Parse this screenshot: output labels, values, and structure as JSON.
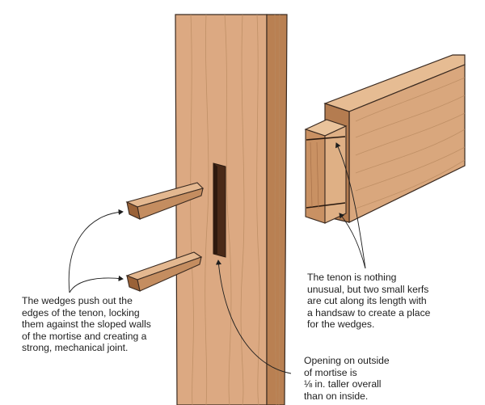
{
  "captions": {
    "wedges": [
      "The wedges push out the",
      "edges of the tenon, locking",
      "them against the sloped walls",
      "of the mortise and creating a",
      "strong, mechanical joint."
    ],
    "tenon": [
      "The tenon is nothing",
      "unusual, but two small kerfs",
      "are cut along its length with",
      "a handsaw to create a place",
      "for the wedges."
    ],
    "opening": [
      "Opening on outside",
      "of mortise is",
      "⅛ in. taller overall",
      "than on inside."
    ]
  },
  "colors": {
    "wood_face": "#d7a67c",
    "wood_light": "#e6bc93",
    "wood_side": "#b57e55",
    "wood_dark": "#8a5733",
    "mortise_hole": "#4a2a18",
    "line": "#3a2a20",
    "grain": "#b98a60"
  }
}
